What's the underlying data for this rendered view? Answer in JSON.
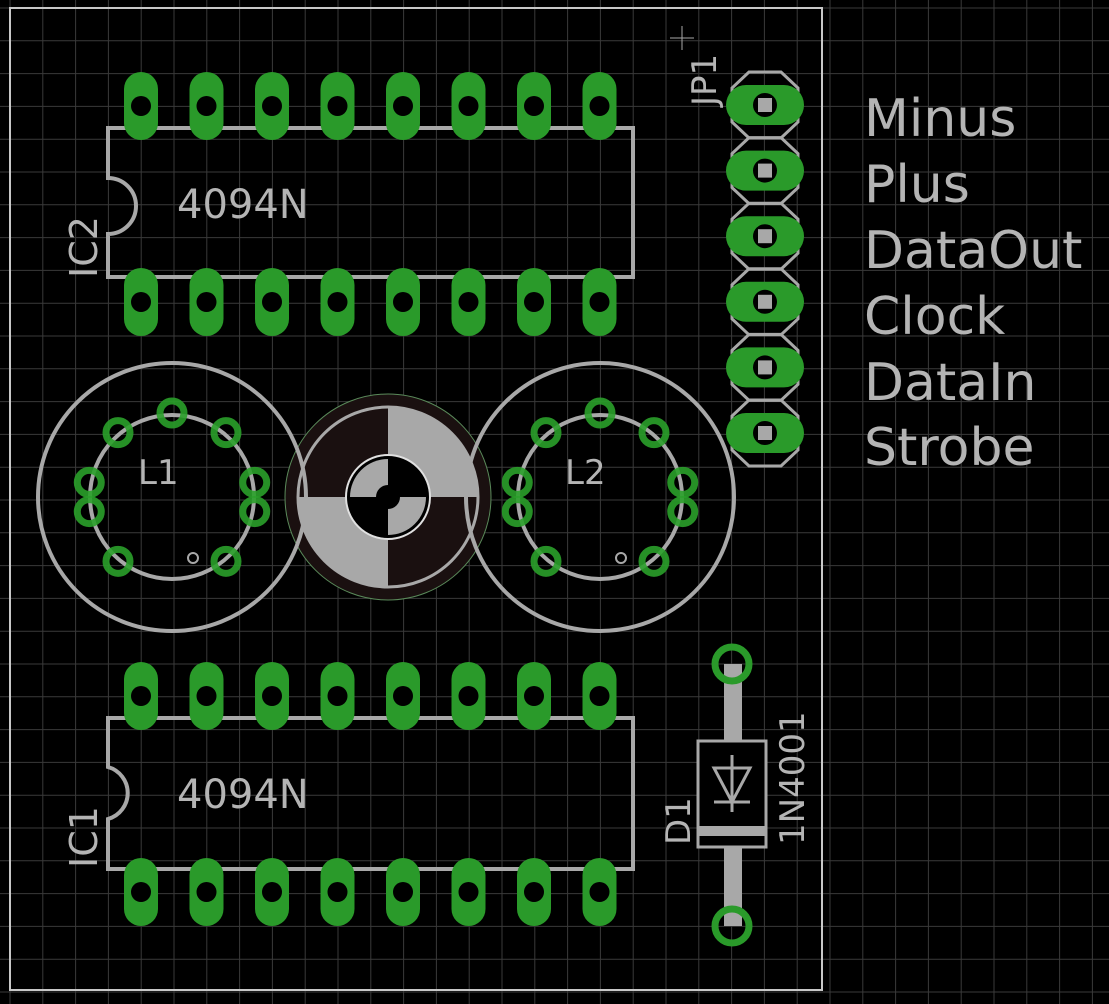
{
  "app": "PCB board layout editor",
  "colors": {
    "background": "#000000",
    "grid": "#3a3a3a",
    "board_outline": "#c8c8c8",
    "pad": "#2a9a2a",
    "silkscreen": "#a8a8a8",
    "text": "#b4b4b4"
  },
  "components": {
    "ic2": {
      "name": "IC2",
      "value": "4094N",
      "pins": 16
    },
    "ic1": {
      "name": "IC1",
      "value": "4094N",
      "pins": 16
    },
    "l1": {
      "name": "L1"
    },
    "l2": {
      "name": "L2"
    },
    "jp1": {
      "name": "JP1",
      "pins": 6
    },
    "d1": {
      "name": "D1",
      "value": "1N4001"
    }
  },
  "connector_labels": [
    "Minus",
    "Plus",
    "DataOut",
    "Clock",
    "DataIn",
    "Strobe"
  ]
}
